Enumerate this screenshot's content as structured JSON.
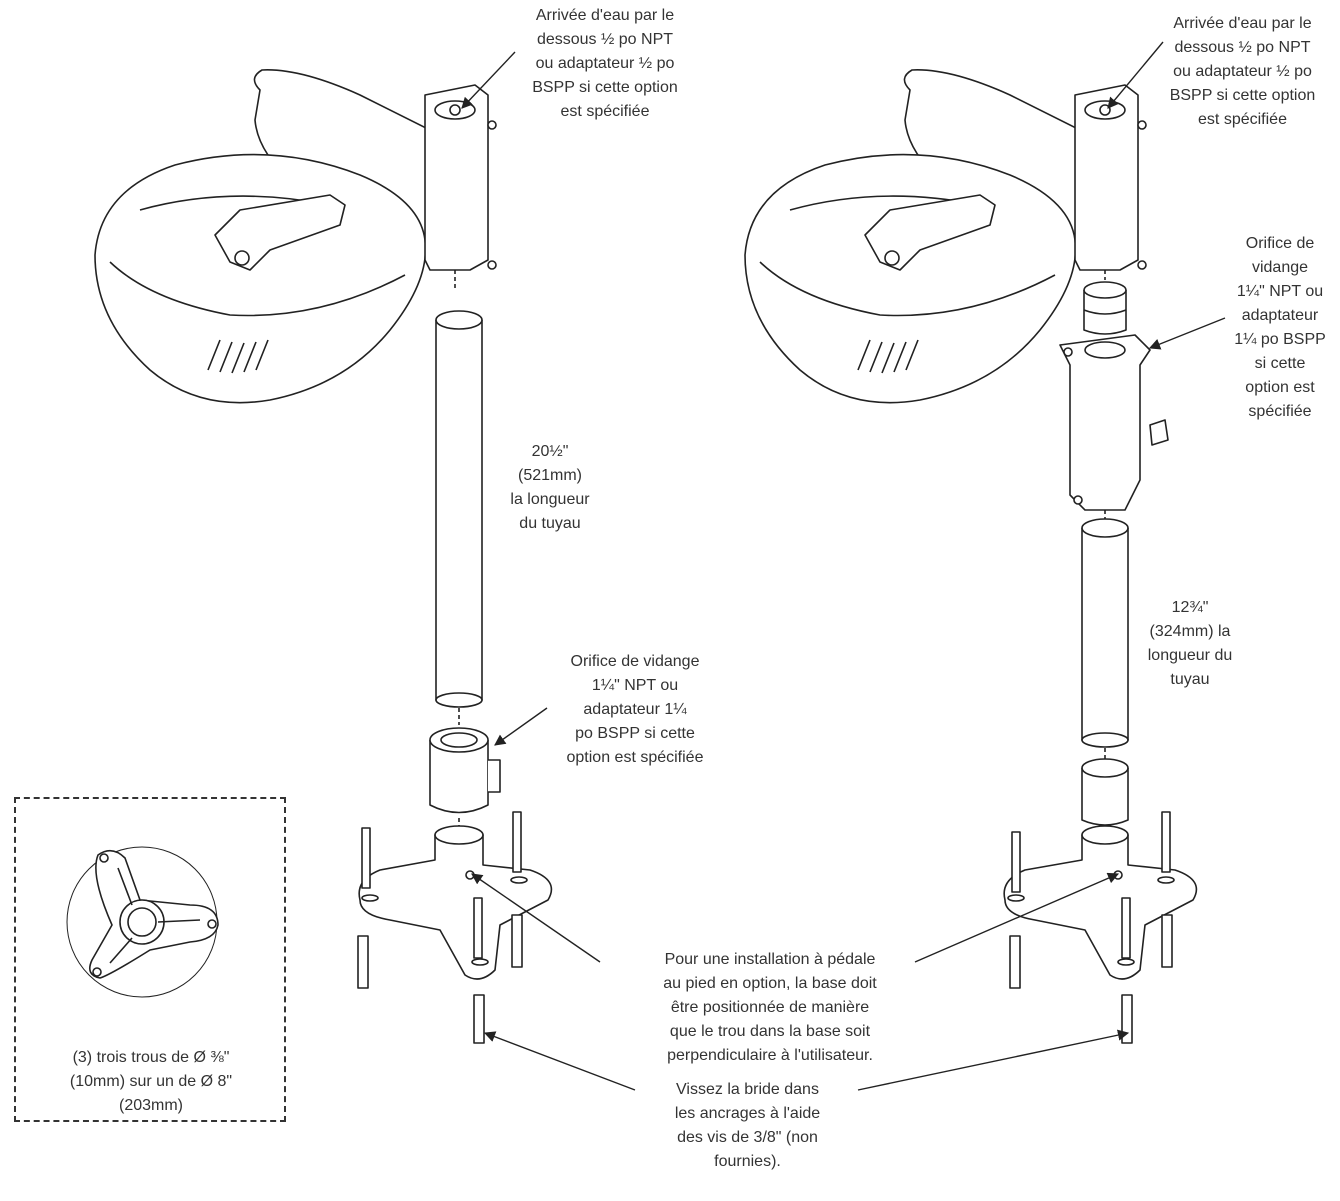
{
  "labels": {
    "water_inlet_left": "Arrivée d'eau par le\ndessous ½ po NPT\nou adaptateur ½ po\nBSPP si cette option\nest spécifiée",
    "water_inlet_right": "Arrivée d'eau par le\ndessous ½ po NPT\nou adaptateur ½ po\nBSPP si cette option\nest spécifiée",
    "pipe_length_left": "20½\"\n(521mm)\nla longueur\ndu tuyau",
    "drain_left": "Orifice de vidange\n1¼\" NPT ou\nadaptateur 1¼\npo BSPP si cette\noption est spécifiée",
    "drain_right": "Orifice de\nvidange\n1¼\" NPT ou\nadaptateur\n1¼ po BSPP\nsi cette\noption est\nspécifiée",
    "pipe_length_right": "12¾\"\n(324mm) la\nlongueur du\ntuyau",
    "pedal_note": "Pour une installation à pédale\nau pied en option, la base doit\nêtre positionnée de manière\nque le trou dans la base soit\nperpendiculaire à l'utilisateur.",
    "bolt_note": "Vissez la bride dans\nles ancrages à l'aide\ndes vis de 3/8\" (non\nfournies).",
    "holes_detail": "(3) trois trous de Ø ⅜\"\n(10mm) sur un de Ø 8\"\n(203mm)"
  }
}
